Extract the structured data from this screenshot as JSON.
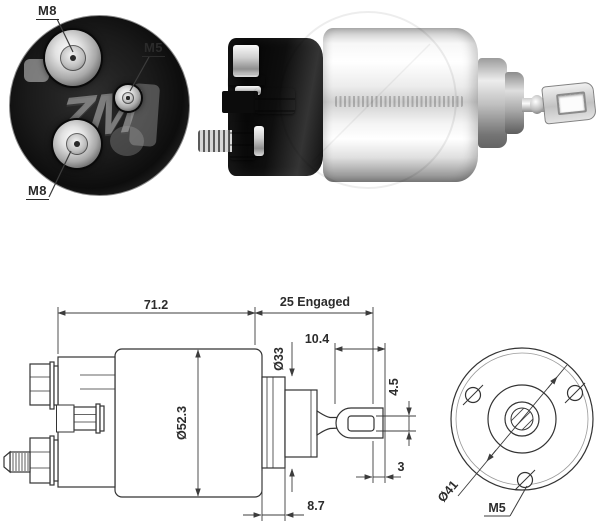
{
  "watermark": {
    "text": "ZM"
  },
  "rear_view": {
    "label_m8_top": "M8",
    "label_m5": "M5",
    "label_m8_bottom": "M8"
  },
  "side_view": {
    "dim_overall_length": "71.2",
    "dim_engaged": "25 Engaged",
    "dim_pin": "10.4",
    "dim_collar_dia": "Ø33",
    "dim_body_dia": "Ø52.3",
    "dim_fork_slot": "4.5",
    "dim_fork_tip": "3",
    "dim_collar_len": "8.7"
  },
  "front_view": {
    "dim_bolt_circle": "Ø41",
    "label_screw": "M5"
  },
  "colors": {
    "line": "#333333",
    "background": "#ffffff"
  }
}
